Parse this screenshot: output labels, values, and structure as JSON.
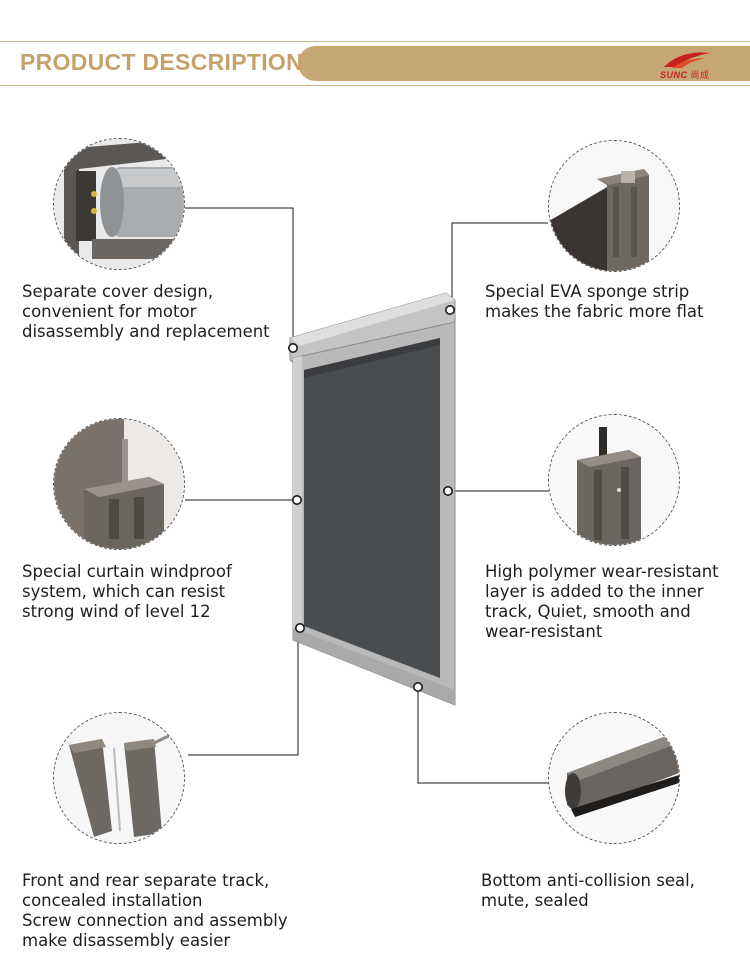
{
  "header": {
    "title": "PRODUCT DESCRIPTION",
    "brand_text": "SUNC",
    "brand_hanzi": "尚成"
  },
  "features": [
    {
      "label": "Separate cover design,\nconvenient for motor\ndisassembly and replacement"
    },
    {
      "label": "Special EVA sponge strip\nmakes the fabric more flat"
    },
    {
      "label": "Special curtain windproof\nsystem, which can resist\nstrong wind of level 12"
    },
    {
      "label": "High polymer wear-resistant\nlayer is added to the inner\ntrack, Quiet, smooth and\nwear-resistant"
    },
    {
      "label": "Front and rear separate track,\nconcealed installation\nScrew connection and assembly\nmake disassembly easier"
    },
    {
      "label": "Bottom anti-collision seal,\nmute, sealed"
    }
  ],
  "colors": {
    "accent": "#c6a672",
    "frame": "#b8b8b8",
    "screen": "#4a4d50",
    "profile": "#6e6862",
    "brand_red": "#c81e1e"
  }
}
